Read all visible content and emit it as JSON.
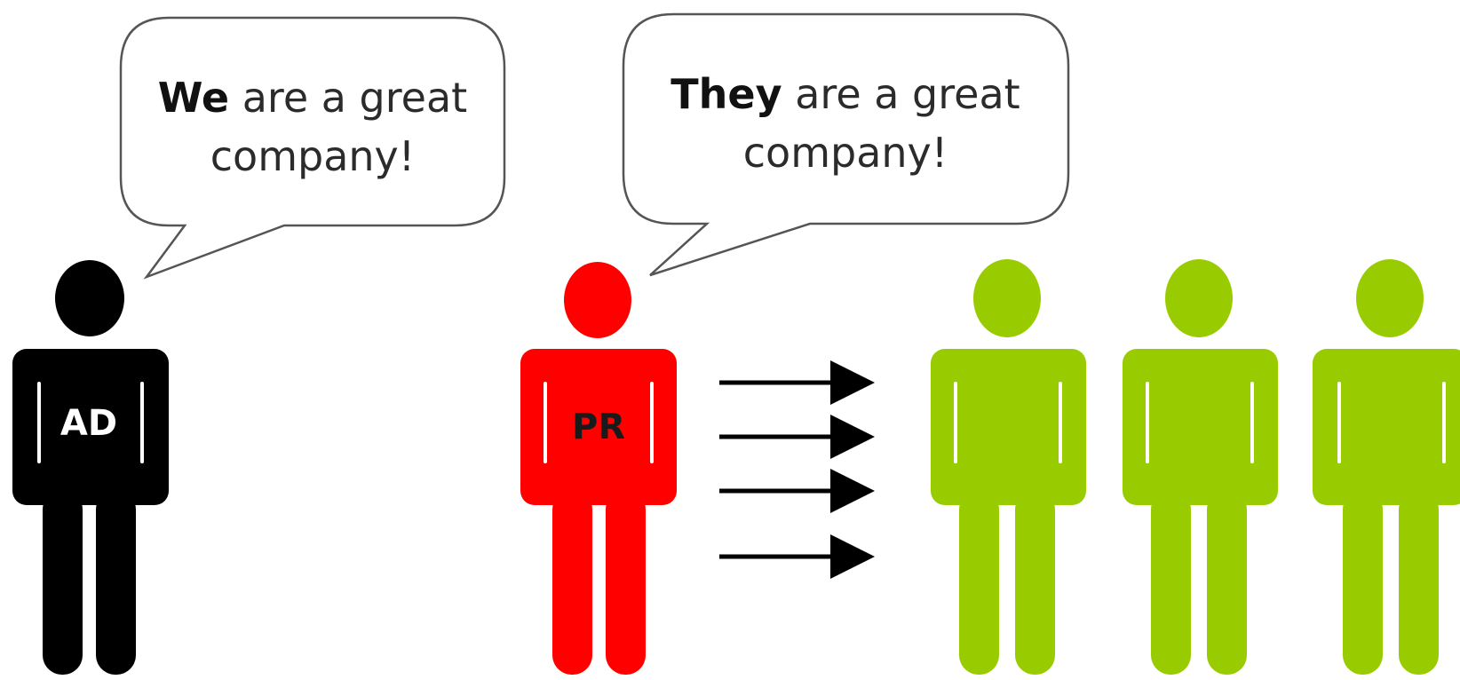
{
  "speech_bubbles": {
    "ad": {
      "line1_strong": "We",
      "line1_rest": " are a great",
      "line2": "company!"
    },
    "pr": {
      "line1_strong": "They",
      "line1_rest": " are a great",
      "line2": "company!"
    }
  },
  "figures": {
    "ad": {
      "label": "AD",
      "color": "#000000",
      "label_color": "#ffffff"
    },
    "pr": {
      "label": "PR",
      "color": "#ff0000",
      "label_color": "#1a1a1a"
    },
    "audience": {
      "color": "#99cc00",
      "count": 3
    }
  },
  "arrows": {
    "count": 4,
    "color": "#000000"
  }
}
